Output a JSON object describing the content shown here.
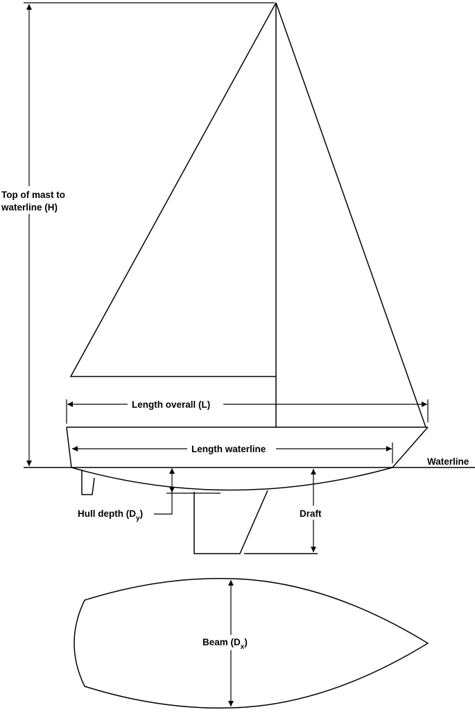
{
  "labels": {
    "mast_height_line1": "Top of mast to",
    "mast_height_line2": "waterline (H)",
    "length_overall": "Length overall (L)",
    "length_waterline": "Length waterline",
    "waterline": "Waterline",
    "hull_depth_main": "Hull depth (D",
    "hull_depth_sub": "y",
    "hull_depth_close": ")",
    "draft": "Draft",
    "beam_main": "Beam (D",
    "beam_sub": "x",
    "beam_close": ")"
  }
}
